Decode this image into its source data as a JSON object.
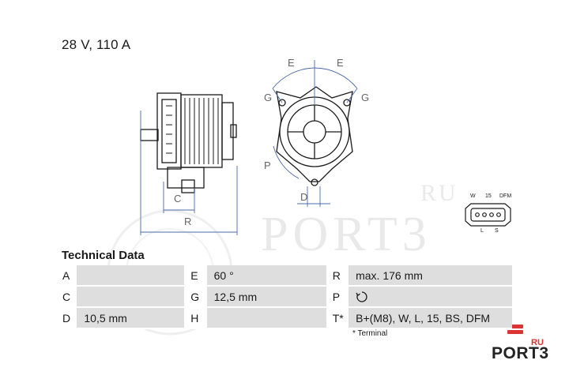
{
  "header": {
    "rating": "28 V, 110 A"
  },
  "drawing_labels": {
    "E_left": "E",
    "E_right": "E",
    "G_left": "G",
    "G_right": "G",
    "P": "P",
    "D": "D",
    "C": "C",
    "R": "R"
  },
  "connector": {
    "top_w": "W",
    "top_15": "15",
    "top_dfm": "DFM",
    "bot_l": "L",
    "bot_s": "S"
  },
  "watermark": {
    "text": "PORT3",
    "sub": "RU"
  },
  "technical": {
    "title": "Technical Data",
    "rows": [
      {
        "k1": "A",
        "v1": "",
        "k2": "E",
        "v2": "60 °",
        "k3": "R",
        "v3": "max. 176 mm"
      },
      {
        "k1": "C",
        "v1": "",
        "k2": "G",
        "v2": "12,5 mm",
        "k3": "P",
        "v3": ""
      },
      {
        "k1": "D",
        "v1": "10,5 mm",
        "k2": "H",
        "v2": "",
        "k3": "T*",
        "v3": "B+(M8), W, L, 15, BS, DFM"
      }
    ],
    "footnote": "* Terminal"
  },
  "logo": {
    "ru": "RU",
    "name": "PORT3"
  },
  "colors": {
    "dim_lines": "#4a6aa8",
    "drawing": "#1a1a1a",
    "row_shade": "#dedede",
    "logo_red": "#dd3333"
  }
}
